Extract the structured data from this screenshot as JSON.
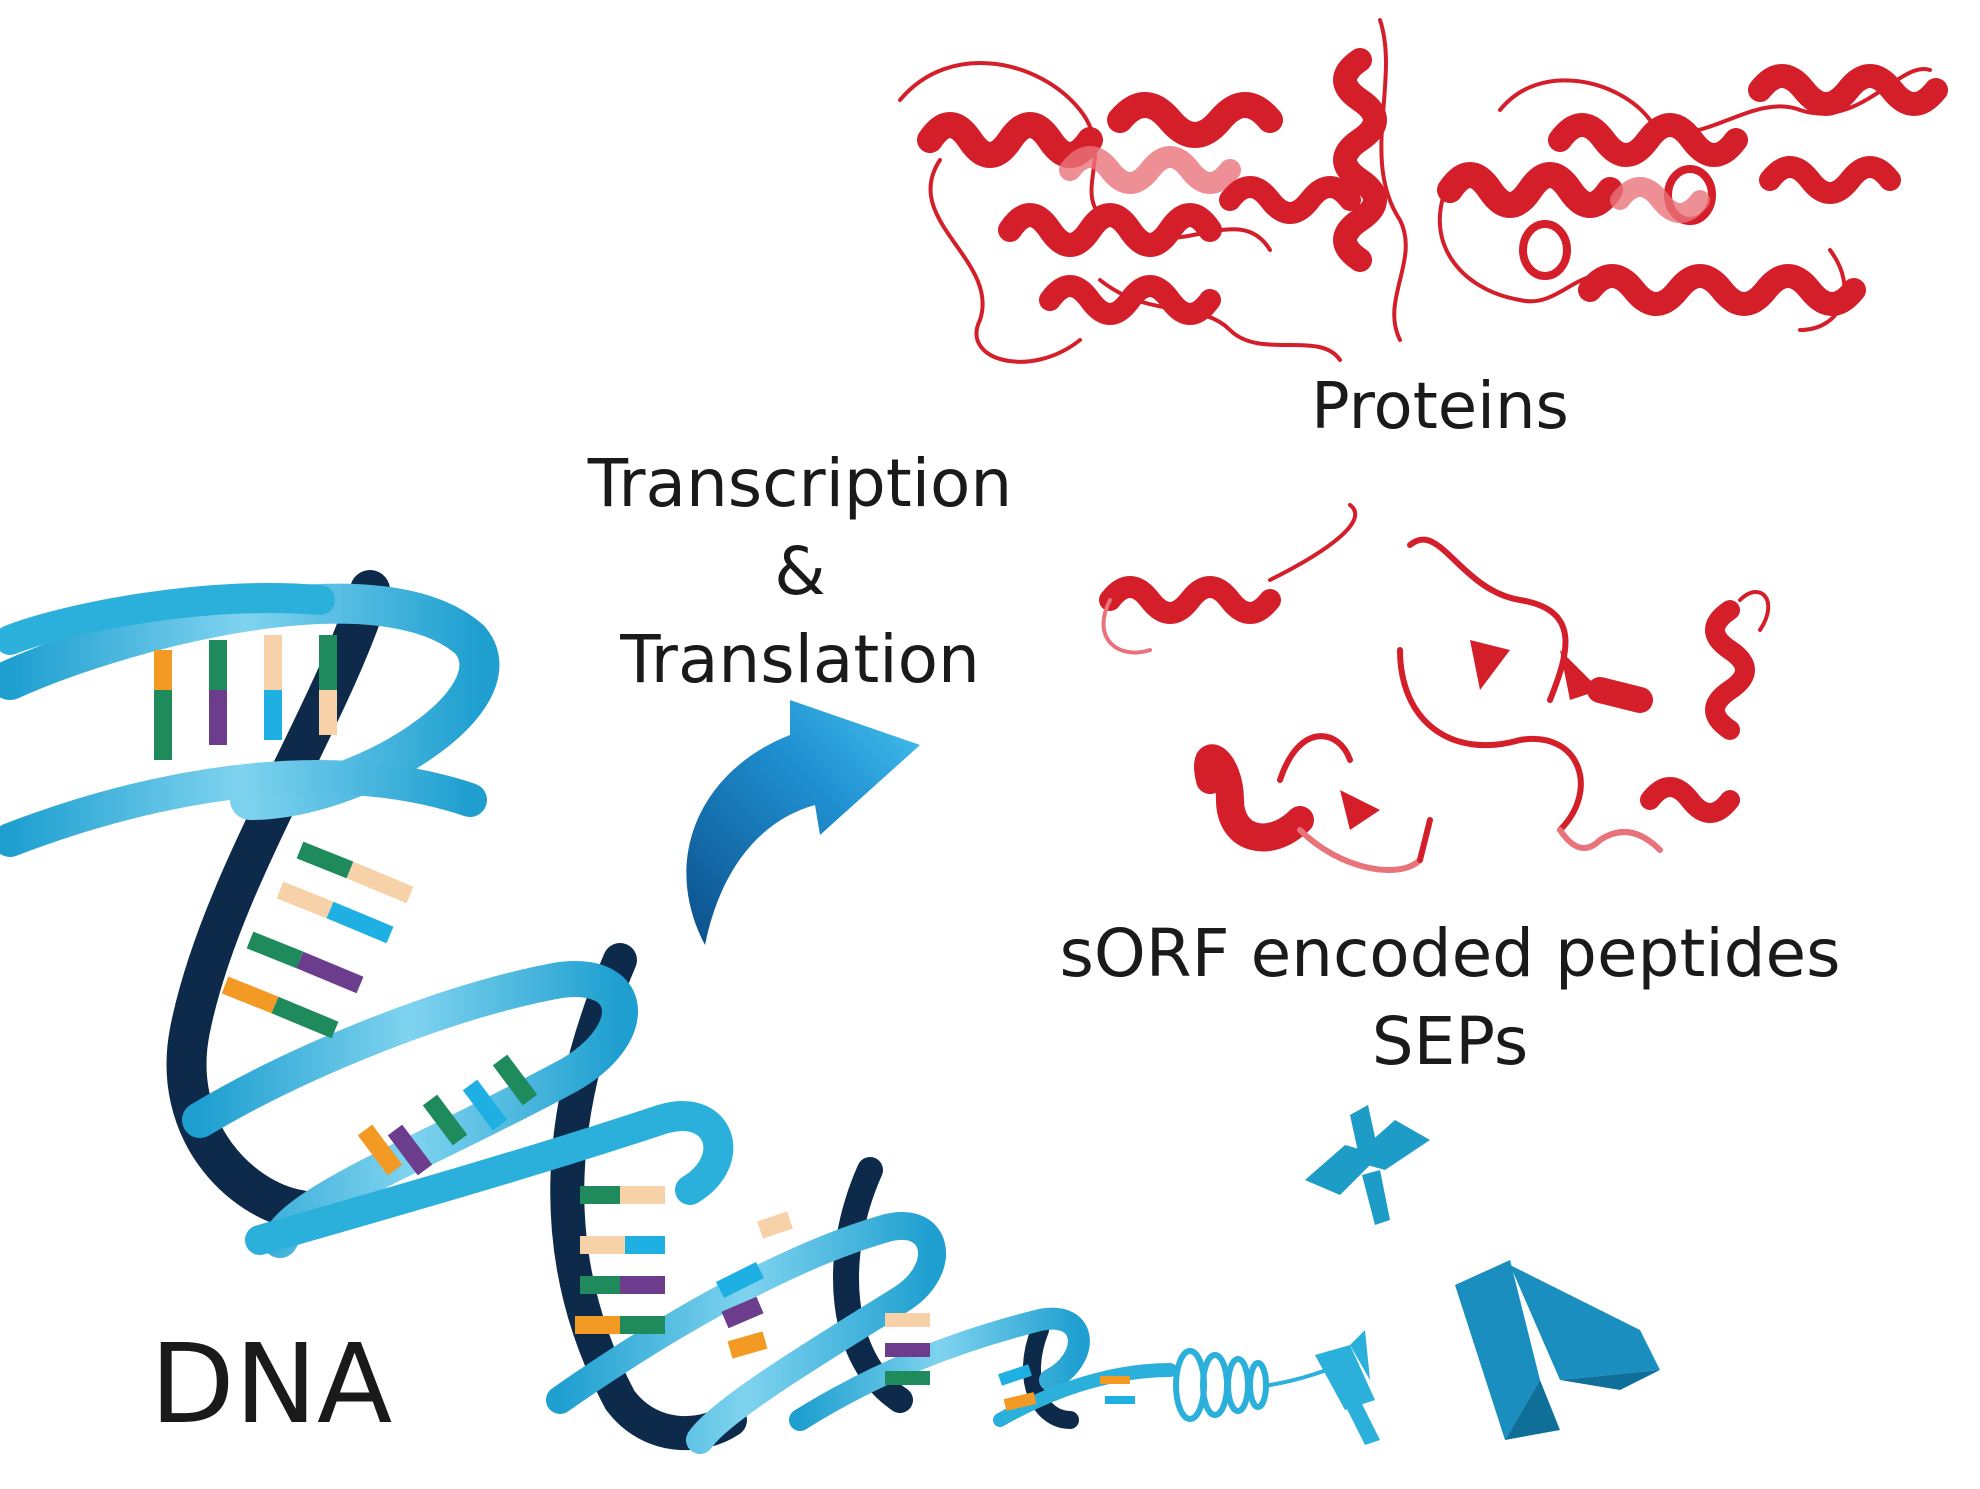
{
  "labels": {
    "proteins": "Proteins",
    "transcription": "Transcription",
    "ampersand": "&",
    "translation": "Translation",
    "seps_line1": "sORF encoded peptides",
    "seps_line2": "SEPs",
    "dna": "DNA"
  },
  "colors": {
    "protein_red": "#d41f2a",
    "protein_red_light": "#e9737a",
    "dna_blue": "#2bb0dc",
    "dna_dark": "#0d2a4a",
    "arrow_blue": "#1f8fd0",
    "chromosome_blue": "#1e9cc8",
    "base_orange": "#f39a25",
    "base_green": "#1f8a5b",
    "base_purple": "#6b3d8c",
    "base_cyan": "#1eb0e3",
    "base_peach": "#f7d1a8"
  },
  "icons": [
    "protein-structure",
    "peptide-structure",
    "dna-double-helix",
    "curved-arrow",
    "chromosome"
  ]
}
